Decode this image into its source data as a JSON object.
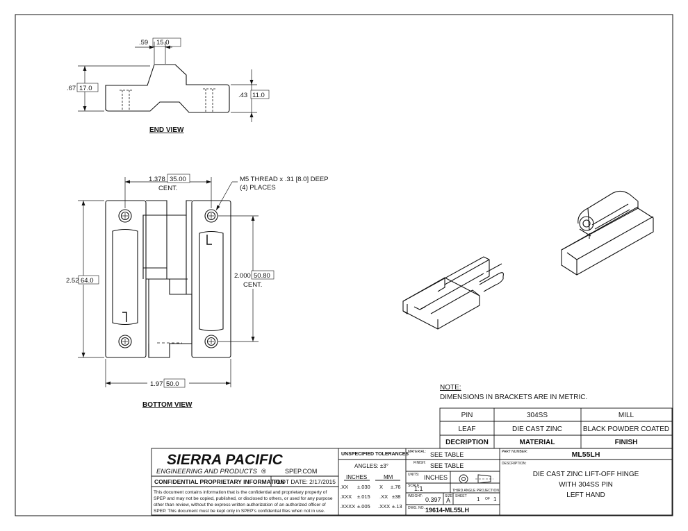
{
  "end_view": {
    "dim_width": ".59",
    "dim_width_mm": "15.0",
    "dim_height": ".67",
    "dim_height_mm": "17.0",
    "dim_height2": ".43",
    "dim_height2_mm": "11.0",
    "label": "END VIEW"
  },
  "bottom_view": {
    "dim_hole_center": "1.378",
    "dim_hole_center_mm": "35.00",
    "dim_hole_center_note": "CENT.",
    "thread_note_line1": "M5 THREAD x .31 [8.0] DEEP",
    "thread_note_line2": "(4) PLACES",
    "dim_height": "2.52",
    "dim_height_mm": "64.0",
    "dim_vert_center": "2.000",
    "dim_vert_center_mm": "50.80",
    "dim_vert_center_note": "CENT.",
    "dim_width": "1.97",
    "dim_width_mm": "50.0",
    "label": "BOTTOM VIEW"
  },
  "note": {
    "title": "NOTE:",
    "text": "DIMENSIONS IN BRACKETS ARE IN METRIC."
  },
  "bom": {
    "rows": [
      {
        "description": "PIN",
        "material": "304SS",
        "finish": "MILL"
      },
      {
        "description": "LEAF",
        "material": "DIE CAST ZINC",
        "finish": "BLACK POWDER COATED"
      }
    ],
    "header": {
      "description": "DECRIPTION",
      "material": "MATERIAL",
      "finish": "FINISH"
    }
  },
  "title_block": {
    "company": "SIERRA PACIFIC",
    "company_sub": "ENGINEERING AND PRODUCTS",
    "website": "SPEP.COM",
    "confidential_label": "CONFIDENTIAL PROPRIETARY INFORMATION",
    "plot_date": "PLOT DATE:  2/17/2015",
    "confidential_text": [
      "This document contains information that is the confidential and proprietary property of",
      "SPEP and may not be copied, published, or disclosed to others, or used for any purpose",
      "other than review, without the express written authorization of an authorized officer of",
      "SPEP. This document must be kept only in SPEP's confidential files when not in use."
    ],
    "tolerances_title": "UNSPECIFIED TOLERANCES",
    "angles": "ANGLES: ±3°",
    "inches_label": "INCHES",
    "mm_label": "MM",
    "tol_rows": [
      {
        "in_fmt": ".XX",
        "in_val": "±.030",
        "mm_fmt": "X",
        "mm_val": "±.76"
      },
      {
        "in_fmt": ".XXX",
        "in_val": "±.015",
        "mm_fmt": ".XX",
        "mm_val": "±38"
      },
      {
        "in_fmt": ".XXXX",
        "in_val": "±.005",
        "mm_fmt": ".XXX",
        "mm_val": "±.13"
      }
    ],
    "material_label": "MATERIAL:",
    "material_value": "SEE TABLE",
    "finish_label": "FINISH:",
    "finish_value": "SEE TABLE",
    "units_label": "UNITS:",
    "units_value": "INCHES",
    "scale_label": "SCALE:",
    "scale_value": "1:1",
    "projection_label": "THIRD ANGLE PROJECTION",
    "weight_label": "WEIGHT:",
    "weight_value": "0.397",
    "size_label": "SIZE",
    "size_value": "A",
    "sheet_label": "SHEET",
    "sheet_value": "1",
    "sheet_of": "OF",
    "sheet_total": "1",
    "dwg_label": "DWG. NO.",
    "dwg_value": "19614-ML55LH",
    "part_number_label": "PART NUMBER:",
    "part_number": "ML55LH",
    "description_label": "DESCRIPTION:",
    "description_lines": [
      "DIE CAST ZINC LIFT-OFF HINGE",
      "WITH 304SS PIN",
      "LEFT HAND"
    ]
  }
}
